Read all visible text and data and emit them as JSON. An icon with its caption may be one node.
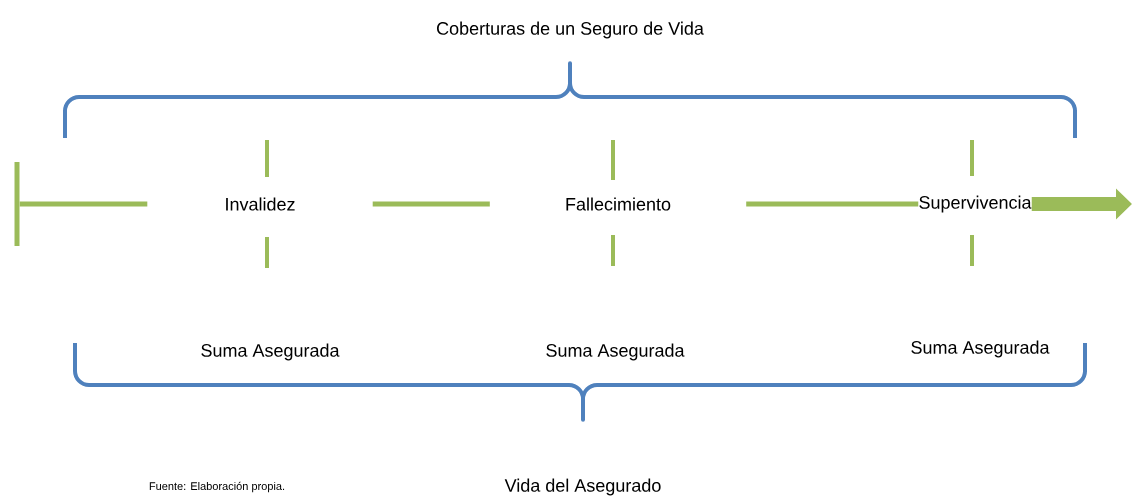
{
  "diagram": {
    "title": "Coberturas de un Seguro de Vida",
    "nodes": [
      {
        "text": [],
        "shape": "bar"
      },
      {
        "text": [
          "Invalidez"
        ]
      },
      {
        "text": [
          "Fallecimiento"
        ]
      },
      {
        "text": [
          "Supervivencia"
        ]
      }
    ],
    "edges": [
      {
        "from": 0,
        "to": 1,
        "arrow": "none"
      },
      {
        "from": 1,
        "to": 2,
        "arrow": "none"
      },
      {
        "from": 2,
        "to": 3,
        "arrow": "none"
      },
      {
        "from": 3,
        "to": null,
        "arrow": "to",
        "style": "thick"
      }
    ],
    "labels": [
      "Suma Asegurada",
      "Suma Asegurada",
      "Suma Asegurada",
      "Fuente: Elaboración propia.",
      "Vida del Asegurado"
    ]
  }
}
